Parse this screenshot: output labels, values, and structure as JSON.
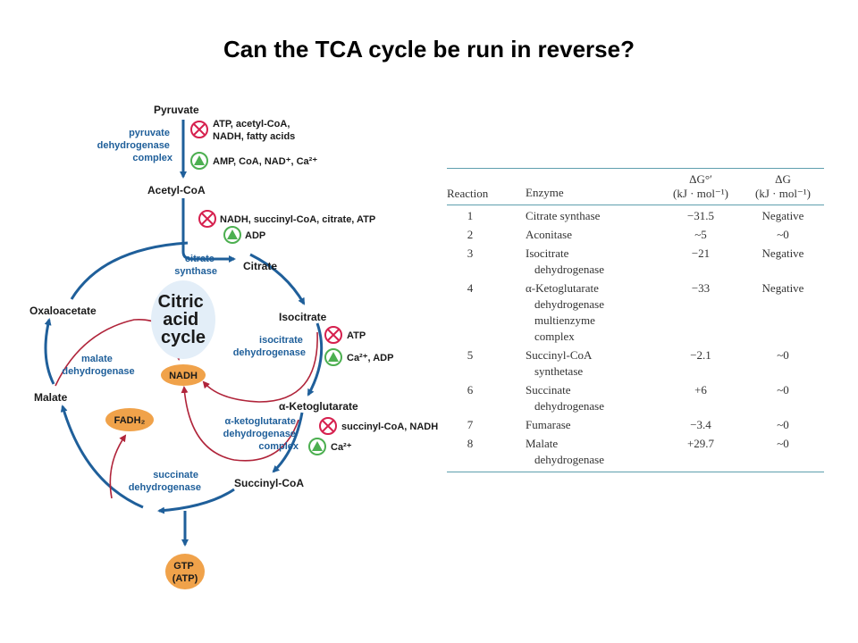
{
  "title": "Can the TCA cycle be run in reverse?",
  "colors": {
    "arrow_blue": "#1f5f9a",
    "arrow_red": "#b0243a",
    "inhibit_red": "#d6204e",
    "activate_green": "#4caf50",
    "oval_orange": "#f0a24a"
  },
  "diagram": {
    "pyruvate": "Pyruvate",
    "pdh_enzyme": [
      "pyruvate",
      "dehydrogenase",
      "complex"
    ],
    "pdh_inhibitors": [
      "ATP, acetyl-CoA,",
      "NADH, fatty acids"
    ],
    "pdh_activators": "AMP, CoA, NAD⁺, Ca²⁺",
    "acetyl_coa": "Acetyl-CoA",
    "cs_inhibitors": "NADH, succinyl-CoA, citrate, ATP",
    "cs_activators": "ADP",
    "cs_enzyme": [
      "citrate",
      "synthase"
    ],
    "citrate": "Citrate",
    "isocitrate": "Isocitrate",
    "idh_enzyme": [
      "isocitrate",
      "dehydrogenase"
    ],
    "idh_inhibitors": "ATP",
    "idh_activators": "Ca²⁺, ADP",
    "ketoglutarate": "α-Ketoglutarate",
    "kgdh_enzyme": [
      "α-ketoglutarate",
      "dehydrogenase",
      "complex"
    ],
    "kgdh_inhibitors": "succinyl-CoA, NADH",
    "kgdh_activators": "Ca²⁺",
    "succinyl_coa": "Succinyl-CoA",
    "sdh_enzyme": [
      "succinate",
      "dehydrogenase"
    ],
    "malate": "Malate",
    "mdh_enzyme": [
      "malate",
      "dehydrogenase"
    ],
    "oxaloacetate": "Oxaloacetate",
    "cycle_label": [
      "Citric",
      "acid",
      "cycle"
    ],
    "nadh": "NADH",
    "fadh2": "FADH₂",
    "gtp": [
      "GTP",
      "(ATP)"
    ]
  },
  "table": {
    "headers": {
      "reaction": "Reaction",
      "enzyme": "Enzyme",
      "dg0": [
        "ΔG°′",
        "(kJ · mol⁻¹)"
      ],
      "dg": [
        "ΔG",
        "(kJ · mol⁻¹)"
      ]
    },
    "rows": [
      {
        "reaction": "1",
        "enzyme": [
          "Citrate synthase"
        ],
        "dg0": "−31.5",
        "dg": "Negative"
      },
      {
        "reaction": "2",
        "enzyme": [
          "Aconitase"
        ],
        "dg0": "~5",
        "dg": "~0"
      },
      {
        "reaction": "3",
        "enzyme": [
          "Isocitrate",
          "dehydrogenase"
        ],
        "dg0": "−21",
        "dg": "Negative"
      },
      {
        "reaction": "4",
        "enzyme": [
          "α-Ketoglutarate",
          "dehydrogenase",
          "multienzyme",
          "complex"
        ],
        "dg0": "−33",
        "dg": "Negative"
      },
      {
        "reaction": "5",
        "enzyme": [
          "Succinyl-CoA",
          "synthetase"
        ],
        "dg0": "−2.1",
        "dg": "~0"
      },
      {
        "reaction": "6",
        "enzyme": [
          "Succinate",
          "dehydrogenase"
        ],
        "dg0": "+6",
        "dg": "~0"
      },
      {
        "reaction": "7",
        "enzyme": [
          "Fumarase"
        ],
        "dg0": "−3.4",
        "dg": "~0"
      },
      {
        "reaction": "8",
        "enzyme": [
          "Malate",
          "dehydrogenase"
        ],
        "dg0": "+29.7",
        "dg": "~0"
      }
    ]
  }
}
